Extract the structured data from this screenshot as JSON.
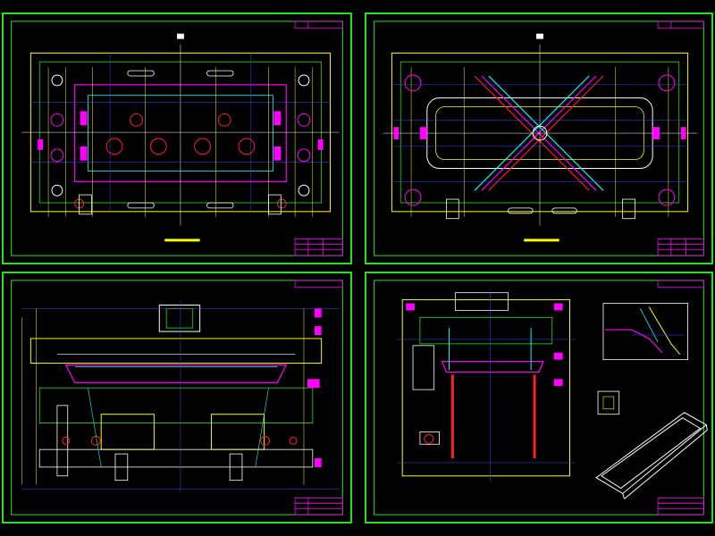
{
  "sheets": [
    {
      "id": "top-left",
      "view": "plan-lower"
    },
    {
      "id": "top-right",
      "view": "plan-upper"
    },
    {
      "id": "bottom-left",
      "view": "front-section"
    },
    {
      "id": "bottom-right",
      "view": "side-section-and-part"
    }
  ],
  "colors": {
    "background": "#000000",
    "frame": "#1fe51f",
    "title_block": "#ff00ff",
    "outline": "#ffff00",
    "red": "#ff2020",
    "cyan": "#00ffff",
    "white": "#ffffff",
    "blue": "#3050ff",
    "green": "#00ff00"
  }
}
